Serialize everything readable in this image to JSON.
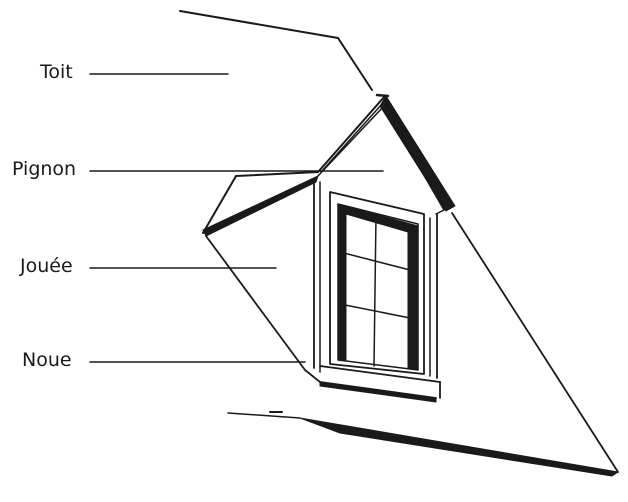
{
  "labels": {
    "toit": "Toit",
    "pignon": "Pignon",
    "jouee": "Jouée",
    "noue": "Noue"
  },
  "colors": {
    "ink": "#1a1a1a",
    "background": "#ffffff"
  }
}
